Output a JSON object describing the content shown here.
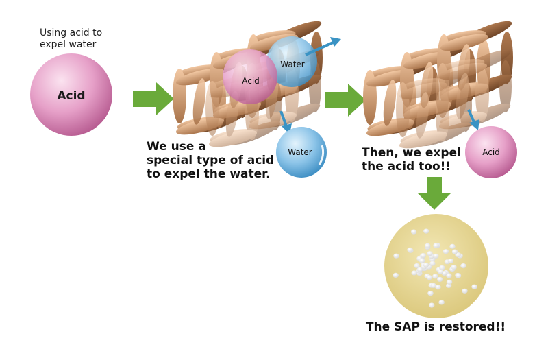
{
  "labels": {
    "intro": "Using acid to\nexpel water",
    "acid_big": "Acid",
    "acid_in_cage": "Acid",
    "water_in_cage": "Water",
    "water_out": "Water",
    "acid_out": "Acid",
    "caption_step1": "We use a\nspecial type of acid\nto expel the water.",
    "caption_step2": "Then, we expel\nthe acid too!!",
    "caption_result": "The SAP is restored!!"
  },
  "colors": {
    "acid": "#e6a0c8",
    "water": "#8cc4e8",
    "lattice": "#d9a577",
    "arrow_green": "#6aaa3a",
    "arrow_blue": "#3a93c4",
    "sap": "#e4d38c"
  }
}
